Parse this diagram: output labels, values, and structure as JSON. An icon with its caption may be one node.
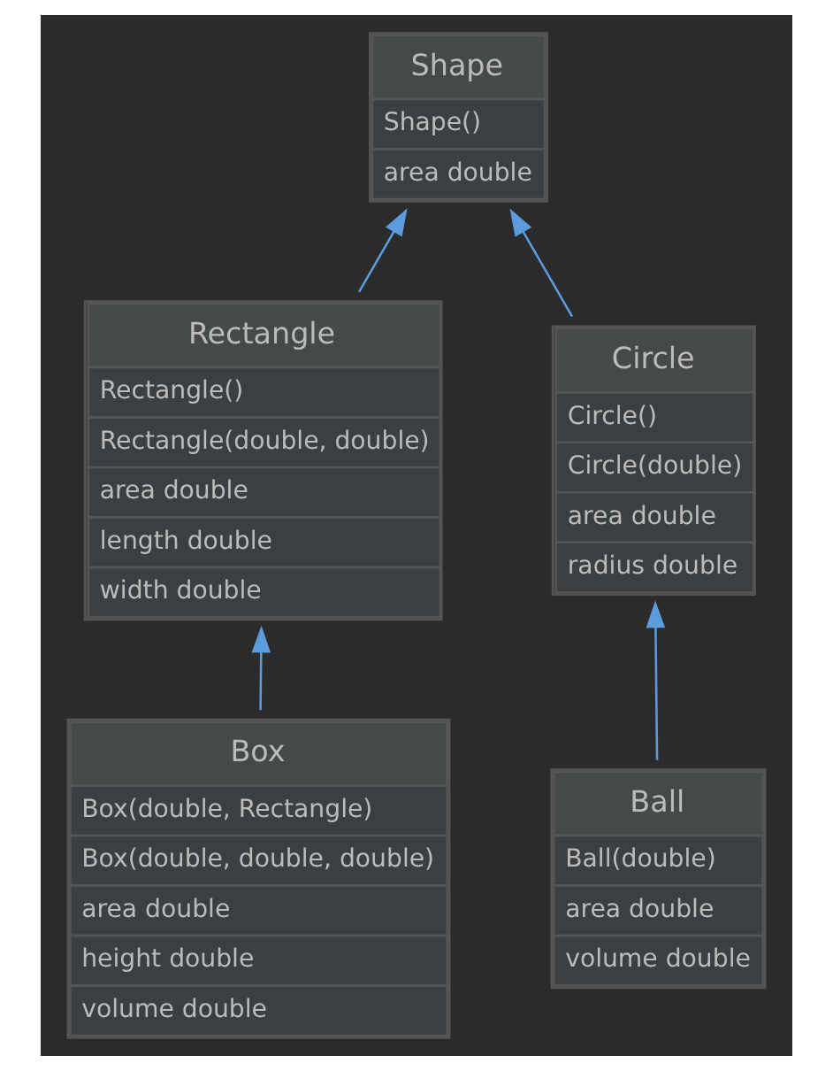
{
  "diagram": {
    "nodes": [
      {
        "text": [
          "Shape",
          "Shape()",
          "area double"
        ]
      },
      {
        "text": [
          "Rectangle",
          "Rectangle()",
          "Rectangle(double, double)",
          "area double",
          "length double",
          "width double"
        ]
      },
      {
        "text": [
          "Circle",
          "Circle()",
          "Circle(double)",
          "area double",
          "radius double"
        ]
      },
      {
        "text": [
          "Box",
          "Box(double, Rectangle)",
          "Box(double, double, double)",
          "area double",
          "height double",
          "volume double"
        ]
      },
      {
        "text": [
          "Ball",
          "Ball(double)",
          "area double",
          "volume double"
        ]
      }
    ],
    "edges": [
      {
        "from": 1,
        "to": 0,
        "arrow": "to"
      },
      {
        "from": 2,
        "to": 0,
        "arrow": "to"
      },
      {
        "from": 3,
        "to": 1,
        "arrow": "to"
      },
      {
        "from": 4,
        "to": 2,
        "arrow": "to"
      }
    ]
  }
}
